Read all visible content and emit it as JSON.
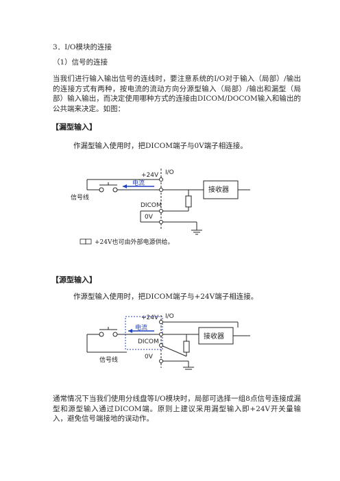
{
  "section_title": "3．I/O模块的连接",
  "subsection_title": "（1）信号的连接",
  "intro_paragraph": "当我们进行输入输出信号的连线时，要注意系统的I/O对于输入（局部）/输出的连接方式有两种，按电流的流动方向分源型输入（局部）/输出和漏型（局部）输入输出，而决定使用哪种方式的连接由DICOM/DOCOM输入和输出的公共端来决定。如图：",
  "figure_sink": {
    "heading": "【漏型输入】",
    "caption": "作漏型输入使用时，把DICOM端子与0V端子相连接。",
    "label_24v": "+24V",
    "label_io": "I/O",
    "label_current": "电流",
    "label_signal": "信号线",
    "label_dicom": "DICOM",
    "label_0v": "0V",
    "label_receiver": "接收器",
    "note": "+24V也可由外部电源供给。"
  },
  "figure_source": {
    "heading": "【源型输入】",
    "caption": "作源型输入使用时，把DICOM端子与+24V端子相连接。",
    "label_24v": "+24V",
    "label_io": "I/O",
    "label_current": "电流",
    "label_signal": "信号线",
    "label_dicom": "DICOM",
    "label_0v": "0V",
    "label_receiver": "接收器"
  },
  "closing_paragraph": "通常情况下当我们使用分线盘等I/O模块时，局部可选择一组8点信号连接成漏型和源型输入通过DICOM端。原则上建议采用漏型输入即+24V开关量输入，避免信号端接地的误动作。",
  "colors": {
    "current_blue": "#1f3fbf",
    "line": "#222222",
    "text": "#2a2a2a"
  }
}
